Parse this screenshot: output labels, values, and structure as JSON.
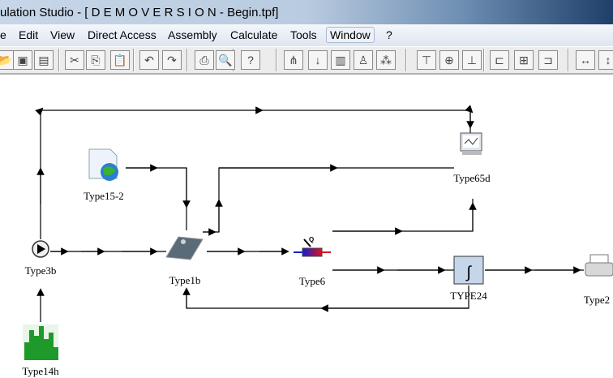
{
  "window": {
    "title": "ulation Studio - [ D E M O V E R S I O N - Begin.tpf]"
  },
  "menu": [
    "e",
    "Edit",
    "View",
    "Direct Access",
    "Assembly",
    "Calculate",
    "Tools",
    "Window",
    "?"
  ],
  "toolbar": {
    "icons": [
      "open-icon",
      "save-icon",
      "save-all-icon",
      "cut-icon",
      "copy-icon",
      "paste-icon",
      "undo-icon",
      "redo-icon",
      "print-icon",
      "print-preview-icon",
      "help-icon",
      "hierarchy-icon",
      "import-icon",
      "table-icon",
      "paint-icon",
      "for-loop-icon",
      "align-top-icon",
      "align-middle-icon",
      "align-bottom-icon",
      "align-left-icon",
      "align-center-icon",
      "align-right-icon",
      "space-horizontal-icon",
      "space-vertical-icon"
    ]
  },
  "components": {
    "type3b": "Type3b",
    "type14h": "Type14h",
    "type15": "Type15-2",
    "type1b": "Type1b",
    "type6": "Type6",
    "type65d": "Type65d",
    "type24": "TYPE24",
    "type25": "Type2"
  },
  "heater_label": "Q",
  "integral_symbol": "∫",
  "colors": {
    "link": "#000000",
    "heater_cold": "#1020d0",
    "heater_hot": "#e01020",
    "plotter_green": "#1e9a2a"
  }
}
